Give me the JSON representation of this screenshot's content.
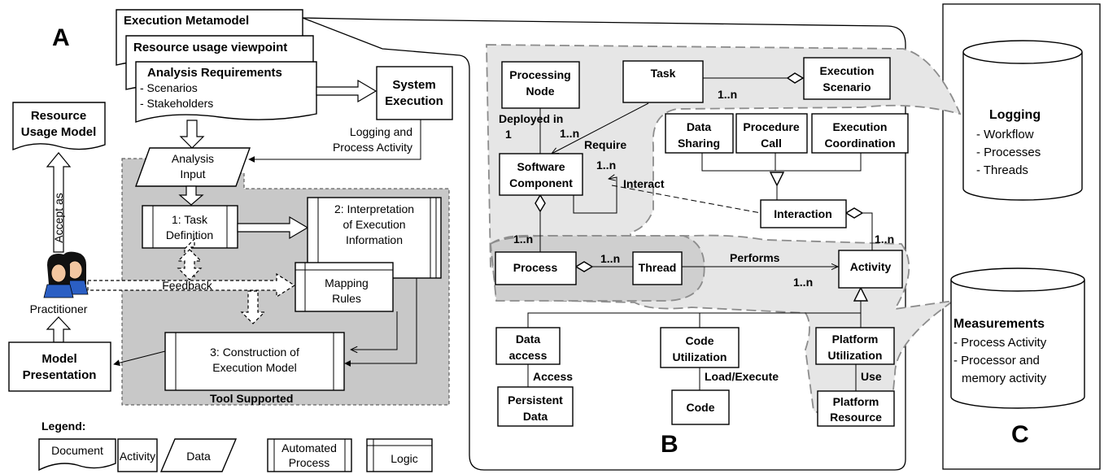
{
  "panels": {
    "a": "A",
    "b": "B",
    "c": "C"
  },
  "exec_metamodel": "Execution Metamodel",
  "resource_viewpoint": "Resource usage viewpoint",
  "analysis_req": {
    "title": "Analysis Requirements",
    "items": [
      "- Scenarios",
      "- Stakeholders"
    ]
  },
  "system_execution": [
    "System",
    "Execution"
  ],
  "logging_process": [
    "Logging and",
    "Process Activity"
  ],
  "analysis_input": [
    "Analysis",
    "Input"
  ],
  "task_definition": [
    "1: Task",
    "Definition"
  ],
  "interpretation": [
    "2: Interpretation",
    "of Execution",
    "Information"
  ],
  "mapping_rules": [
    "Mapping",
    "Rules"
  ],
  "construction": [
    "3: Construction of",
    "Execution Model"
  ],
  "tool_supported": "Tool Supported",
  "resource_usage_model": [
    "Resource",
    "Usage Model"
  ],
  "accept_as": "Accept as",
  "feedback": "Feedback",
  "practitioner": "Practitioner",
  "model_presentation": [
    "Model",
    "Presentation"
  ],
  "legend": {
    "title": "Legend:",
    "document": "Document",
    "activity": "Activity",
    "data": "Data",
    "automated": [
      "Automated",
      "Process"
    ],
    "logic": "Logic"
  },
  "metamodel": {
    "processing_node": [
      "Processing",
      "Node"
    ],
    "task": "Task",
    "execution_scenario": [
      "Execution",
      "Scenario"
    ],
    "software_component": [
      "Software",
      "Component"
    ],
    "data_sharing": [
      "Data",
      "Sharing"
    ],
    "procedure_call": [
      "Procedure",
      "Call"
    ],
    "execution_coordination": [
      "Execution",
      "Coordination"
    ],
    "interaction": "Interaction",
    "process": "Process",
    "thread": "Thread",
    "activity": "Activity",
    "data_access": [
      "Data",
      "access"
    ],
    "code_utilization": [
      "Code",
      "Utilization"
    ],
    "platform_utilization": [
      "Platform",
      "Utilization"
    ],
    "persistent_data": [
      "Persistent",
      "Data"
    ],
    "code": "Code",
    "platform_resource": [
      "Platform",
      "Resource"
    ]
  },
  "edges": {
    "deployed_in": "Deployed in",
    "one": "1",
    "one_n": "1..n",
    "require": "Require",
    "interact": "Interact",
    "performs": "Performs",
    "access": "Access",
    "load_execute": "Load/Execute",
    "use": "Use"
  },
  "logging": {
    "title": "Logging",
    "items": [
      "- Workflow",
      "- Processes",
      "- Threads"
    ]
  },
  "measurements": {
    "title": "Measurements",
    "items": [
      "- Process Activity",
      "- Processor and",
      "memory activity"
    ]
  }
}
